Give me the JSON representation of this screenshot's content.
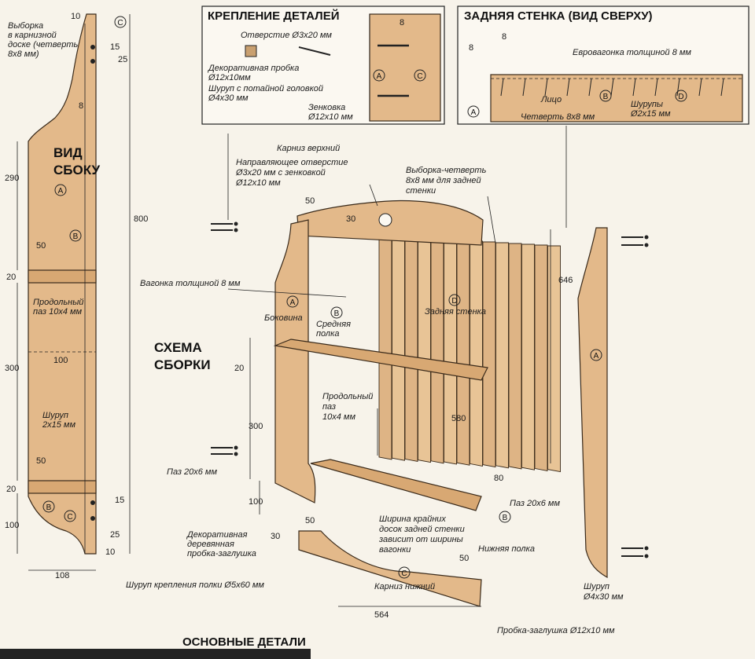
{
  "headers": {
    "side_view": "ВИД\nСБОКУ",
    "assembly": "СХЕМА\nСБОРКИ",
    "fastening": "КРЕПЛЕНИЕ ДЕТАЛЕЙ",
    "back_top": "ЗАДНЯЯ СТЕНКА (ВИД СВЕРХУ)",
    "main_parts": "ОСНОВНЫЕ ДЕТАЛИ"
  },
  "parts": {
    "A": "A",
    "B": "B",
    "C": "C",
    "D": "D"
  },
  "side_labels": {
    "rabbet": "Выборка\nв карнизной\nдоске (четверть\n8х8 мм)",
    "groove": "Продольный\nпаз 10х4 мм",
    "screw": "Шуруп\n2х15 мм"
  },
  "side_dims": [
    "10",
    "15",
    "25",
    "8",
    "290",
    "800",
    "50",
    "20",
    "100",
    "300",
    "50",
    "20",
    "15",
    "25",
    "100",
    "10",
    "108"
  ],
  "fastening_labels": {
    "hole": "Отверстие Ø3х20 мм",
    "plug": "Декоративная пробка\nØ12х10мм",
    "screw": "Шуруп с потайной головкой\nØ4х30 мм",
    "countersink": "Зенковка\nØ12х10 мм",
    "dim8": "8"
  },
  "back_labels": {
    "dim8a": "8",
    "dim8b": "8",
    "board": "Евровагонка толщиной 8 мм",
    "face": "Лицо",
    "screws": "Шурупы\nØ2х15 мм",
    "rabbet": "Четверть 8х8 мм"
  },
  "assembly_labels": {
    "top_cornice": "Карниз верхний",
    "guide_hole": "Направляющее отверстие\nØ3х20 мм с зенковкой\nØ12х10 мм",
    "rabbet_back": "Выборка-четверть\n8х8 мм для задней\nстенки",
    "lining": "Вагонка толщиной 8 мм",
    "side": "Боковина",
    "middle_shelf": "Средняя\nполка",
    "back_wall": "Задняя стенка",
    "long_groove": "Продольный\nпаз\n10х4 мм",
    "groove_left": "Паз 20х6 мм",
    "groove_right": "Паз 20х6 мм",
    "width_note": "Ширина крайних\nдосок задней стенки\nзависит от ширины\nвагонки",
    "bottom_shelf": "Нижняя полка",
    "deco_plug": "Декоративная\nдеревянная\nпробка-заглушка",
    "shelf_screw": "Шуруп крепления полки Ø5х60 мм",
    "lower_cornice": "Карниз нижний",
    "screw_right": "Шуруп\nØ4х30 мм",
    "plug_right": "Пробка-заглушка Ø12х10 мм"
  },
  "assembly_dims": [
    "50",
    "30",
    "646",
    "20",
    "300",
    "580",
    "80",
    "100",
    "50",
    "30",
    "50",
    "564"
  ]
}
